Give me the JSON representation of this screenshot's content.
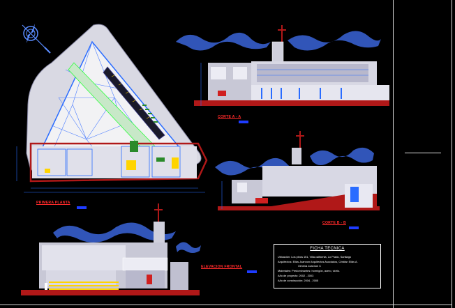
{
  "drawing": {
    "background": "#000000",
    "colors": {
      "label_red": "#ff2a2a",
      "scale_blue": "#1e3cff",
      "wall_red": "#b01818",
      "line_blue": "#2a6cff",
      "grey_wall": "#b8b8c8",
      "floor_yellow": "#ffd400",
      "cloud_blue": "#3a64d8"
    }
  },
  "labels": {
    "plan": "PRIMERA PLANTA",
    "section_a": "CORTE   A - A",
    "section_b": "CORTE   B - B",
    "elevation": "ELEVACION FRONTAL"
  },
  "ficha": {
    "title": "FICHA TECNICA",
    "lines": [
      "Ubicación:  Los pinos 151, Villa california, Lo Prado, Santiago",
      "Arquitectos:  Eliás Joannon Arquitectos Asociados, Cristián Eliás A.",
      "Ximena Joannon C",
      "Materiales: Predominantes: hormigón, acero, vidrio.",
      "Año de proyecto:   2002 - 2003",
      "Año de construcción:   2004 - 2005"
    ]
  },
  "icons": {
    "north": "north-arrow-icon",
    "cross_a": "cross-icon",
    "cross_b": "cross-icon",
    "cross_elev": "cross-icon"
  }
}
